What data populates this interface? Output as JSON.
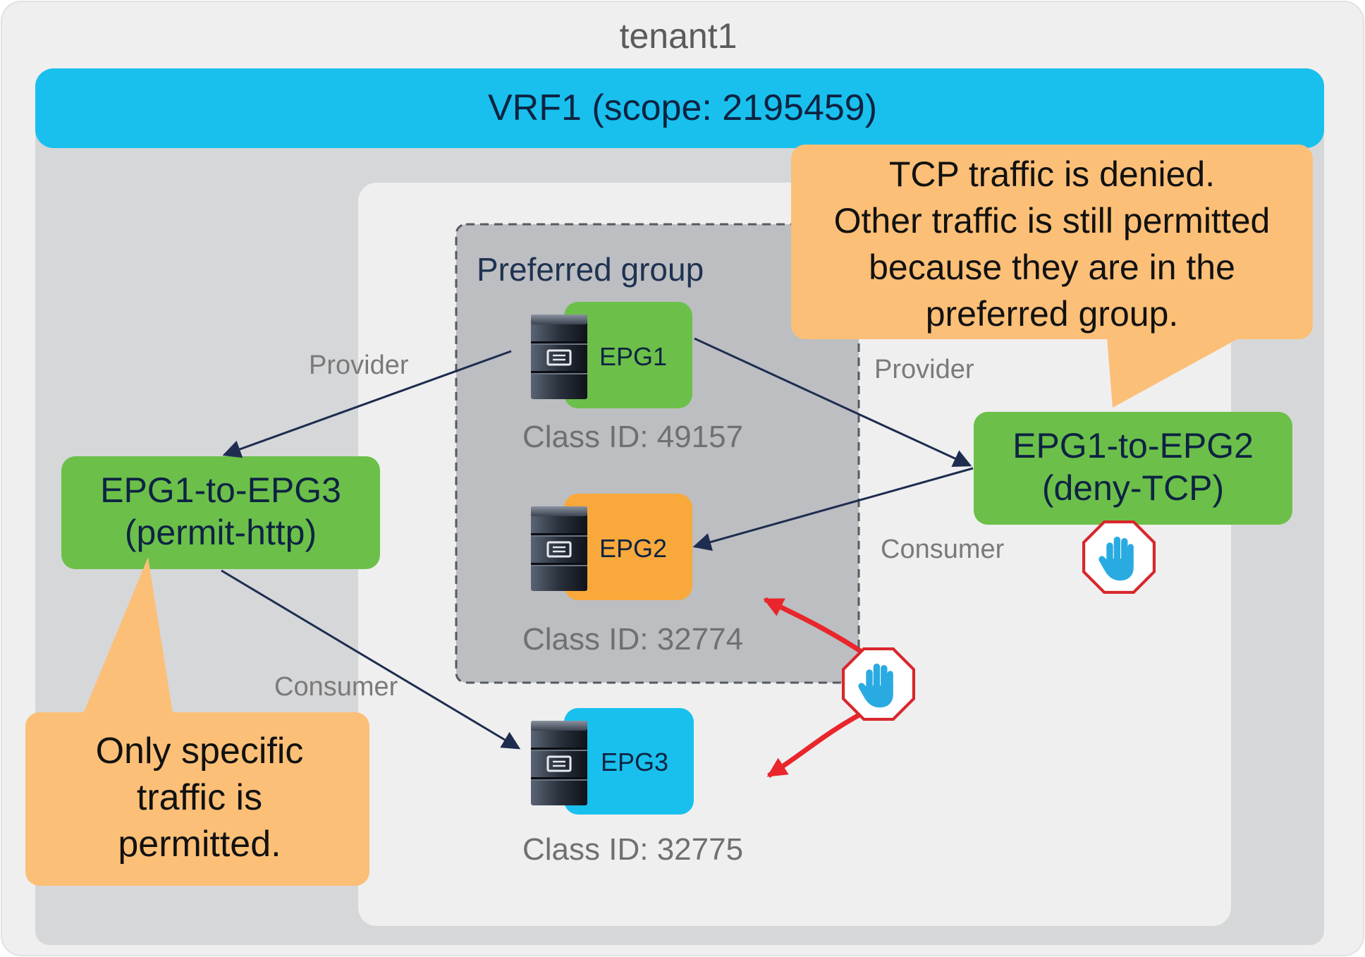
{
  "tenant": {
    "title": "tenant1"
  },
  "vrf": {
    "title": "VRF1 (scope: 2195459)"
  },
  "preferred_group": {
    "title": "Preferred group"
  },
  "epgs": {
    "epg1": {
      "name": "EPG1",
      "class_id": "Class ID: 49157",
      "color": "#6cc04a"
    },
    "epg2": {
      "name": "EPG2",
      "class_id": "Class ID: 32774",
      "color": "#f9a93b"
    },
    "epg3": {
      "name": "EPG3",
      "class_id": "Class ID: 32775",
      "color": "#19c0ed"
    }
  },
  "contracts": {
    "epg1_to_epg3": {
      "line1": "EPG1-to-EPG3",
      "line2": "(permit-http)",
      "color": "#6cc04a"
    },
    "epg1_to_epg2": {
      "line1": "EPG1-to-EPG2",
      "line2": "(deny-TCP)",
      "color": "#6cc04a"
    }
  },
  "relations": {
    "provider_left": "Provider",
    "consumer_left": "Consumer",
    "provider_right": "Provider",
    "consumer_right": "Consumer"
  },
  "callouts": {
    "tcp_denied": {
      "line1": "TCP traffic is denied.",
      "line2": "Other traffic is still permitted",
      "line3": "because they are in the",
      "line4": "preferred group."
    },
    "specific": {
      "line1": "Only specific",
      "line2": "traffic is",
      "line3": "permitted."
    }
  },
  "icons": {
    "server": "server-icon",
    "stop": "stop-hand-icon"
  },
  "colors": {
    "vrf_bar": "#19c0ed",
    "callout": "#fcbf77",
    "deny_arrow": "#e8262b",
    "stop_red": "#d9262c",
    "hand_blue": "#29abe2",
    "arrow_navy": "#1e2d4f"
  }
}
